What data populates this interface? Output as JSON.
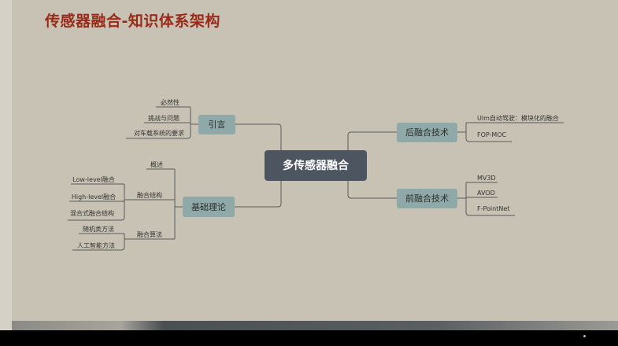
{
  "slide": {
    "title": "传感器融合-知识体系架构"
  },
  "mindmap": {
    "center": "多传感器融合",
    "yinyan": {
      "label": "引言",
      "children": [
        "必然性",
        "挑战与问题",
        "对车载系统的要求"
      ]
    },
    "jichu": {
      "label": "基础理论",
      "gaishu": "概述",
      "jiegou": {
        "label": "融合结构",
        "children": [
          "Low-level融合",
          "High-level融合",
          "混合式融合结构"
        ]
      },
      "suanfa": {
        "label": "融合算法",
        "children": [
          "随机类方法",
          "人工智能方法"
        ]
      }
    },
    "hou": {
      "label": "后融合技术",
      "children": [
        "Ulm自动驾驶：模块化的融合",
        "FOP-MOC"
      ]
    },
    "qian": {
      "label": "前融合技术",
      "children": [
        "MV3D",
        "AVOD",
        "F-PointNet"
      ]
    }
  },
  "colors": {
    "title": "#9a2a18",
    "center_node": "#4d5561",
    "branch_node": "#8ea9a7",
    "connector": "#5a5a5a",
    "background": "#c8c2b4"
  }
}
